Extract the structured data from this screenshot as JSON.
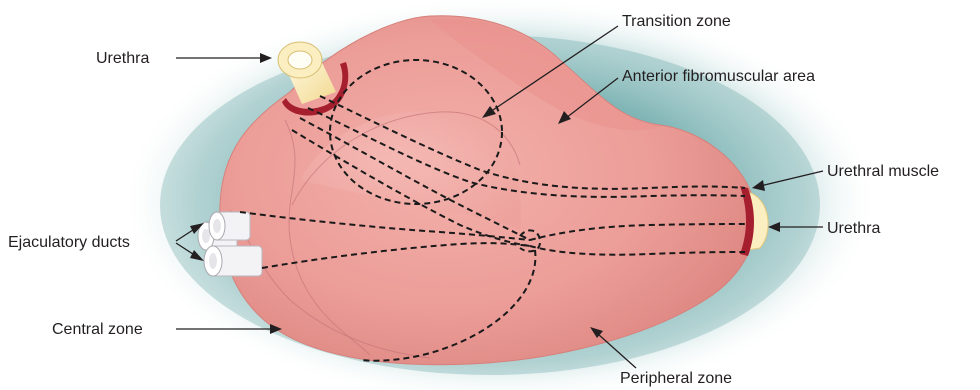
{
  "labels": {
    "transition_zone": "Transition zone",
    "urethra_top": "Urethra",
    "anterior_fibromuscular": "Anterior fibromuscular area",
    "urethral_muscle": "Urethral muscle",
    "urethra_right": "Urethra",
    "ejaculatory_ducts": "Ejaculatory ducts",
    "central_zone": "Central zone",
    "peripheral_zone": "Peripheral zone"
  },
  "colors": {
    "halo": "#7fb5b6",
    "gland_fill": "#ec9d98",
    "gland_light": "#f4b9b4",
    "gland_shadow": "#d9827e",
    "urethra_tube": "#fbeec0",
    "muscle_ring": "#a61f2f",
    "duct_tube": "#f3f3f5",
    "line": "#231f20"
  }
}
